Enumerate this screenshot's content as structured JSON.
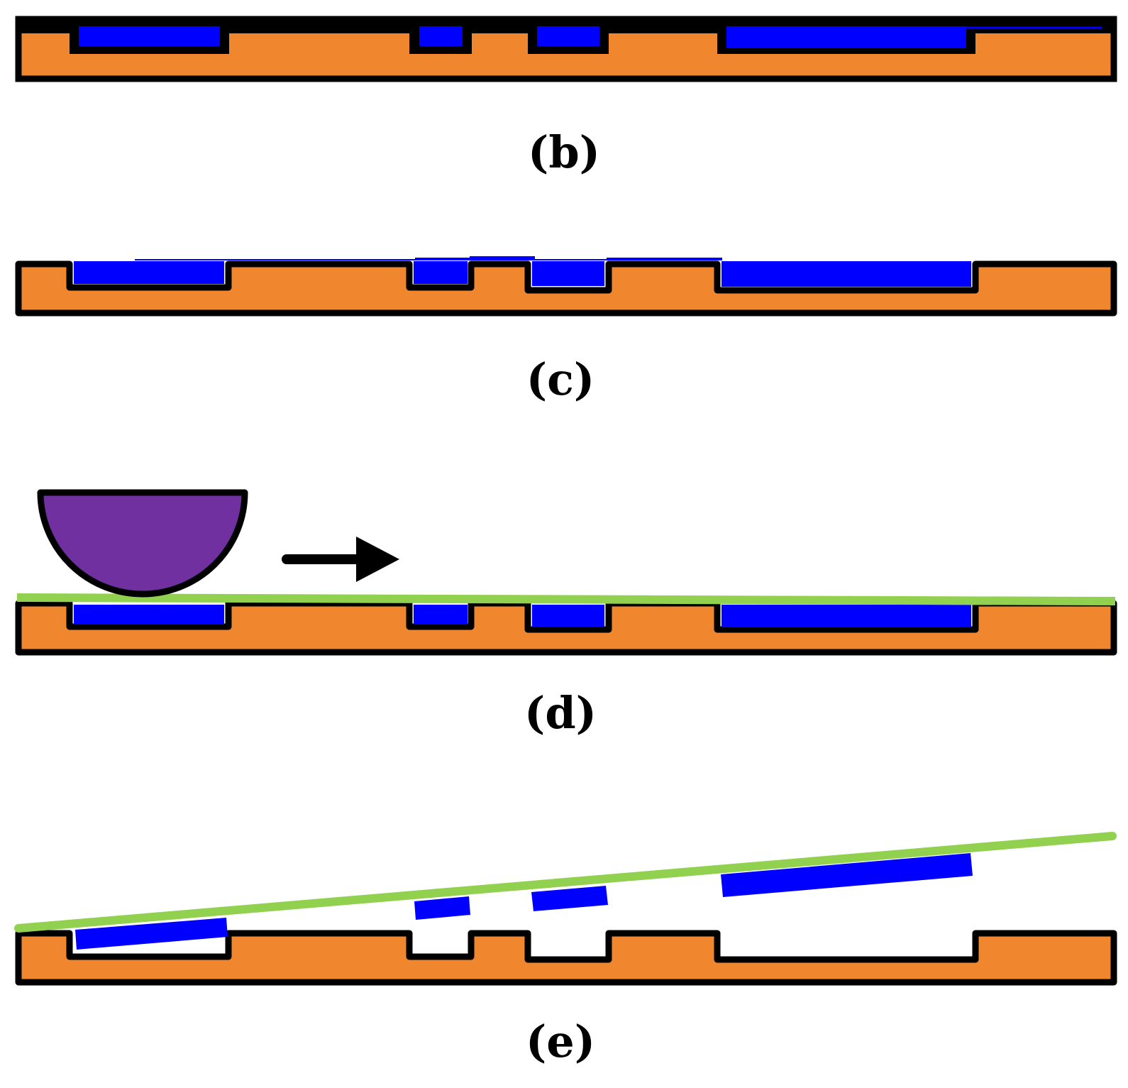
{
  "labels": {
    "b": "(b)",
    "c": "(c)",
    "d": "(d)",
    "e": "(e)"
  },
  "colors": {
    "substrate": "#F0862E",
    "outline": "#000000",
    "pattern": "#0000FF",
    "film": "#92D050",
    "roller": "#7030A0",
    "background": "#FFFFFF"
  },
  "icons": {
    "roller": "half-cylinder-roller-icon",
    "direction": "arrow-right-icon"
  }
}
